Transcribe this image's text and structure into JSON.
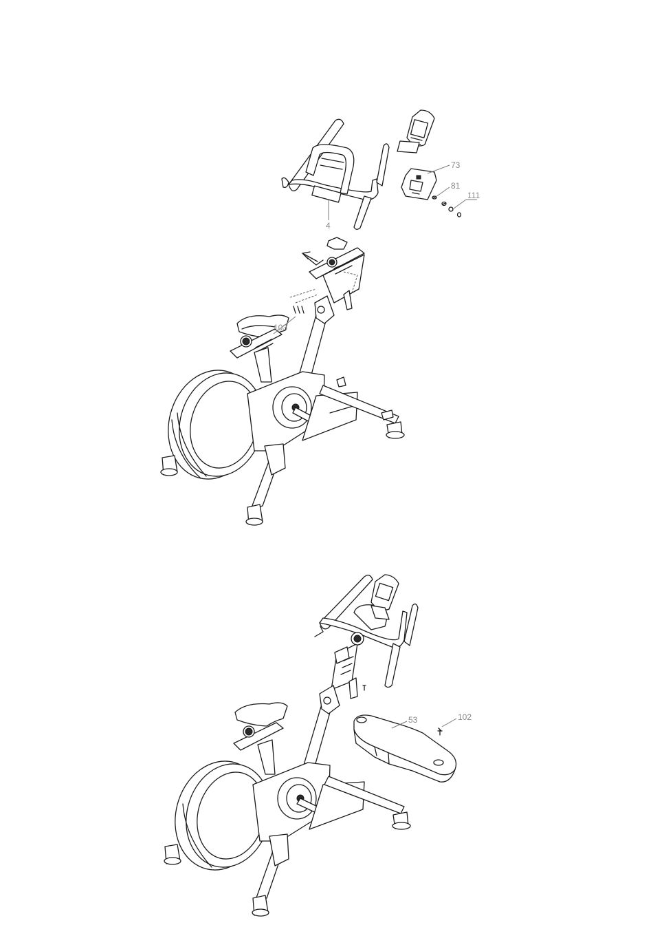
{
  "step1": {
    "callouts": [
      {
        "id": "c-4",
        "text": "4"
      },
      {
        "id": "c-73",
        "text": "73"
      },
      {
        "id": "c-81",
        "text": "81"
      },
      {
        "id": "c-111",
        "text": "111"
      },
      {
        "id": "c-103",
        "text": "103"
      }
    ]
  },
  "step2": {
    "callouts": [
      {
        "id": "c-53",
        "text": "53"
      },
      {
        "id": "c-102",
        "text": "102"
      }
    ]
  }
}
